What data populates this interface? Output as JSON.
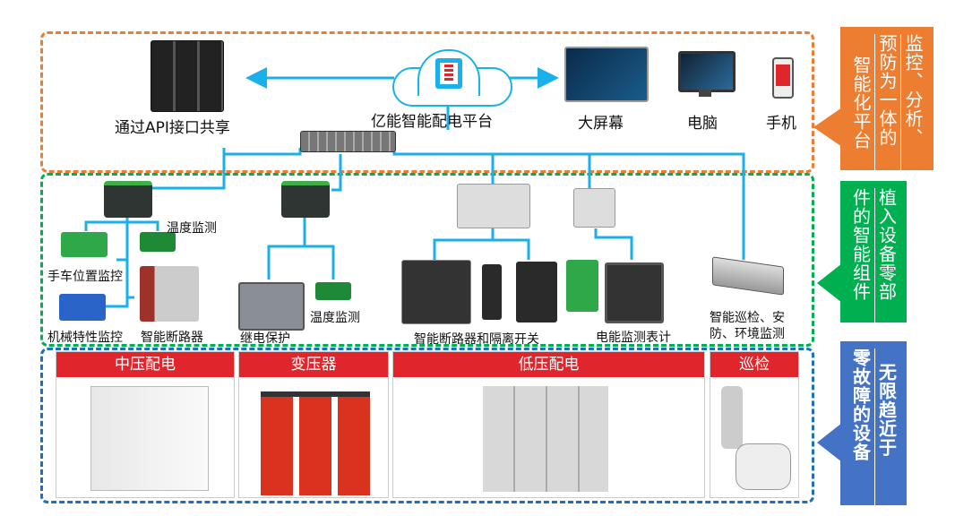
{
  "platform": {
    "api_share_label": "通过API接口共享",
    "cloud_label": "亿能智能配电平台",
    "big_screen_label": "大屏幕",
    "pc_label": "电脑",
    "phone_label": "手机"
  },
  "components": {
    "temp_monitor_1": "温度监测",
    "cart_position": "手车位置监控",
    "mech_monitor": "机械特性监控",
    "smart_breaker_mv": "智能断路器",
    "relay_protection": "继电保护",
    "temp_monitor_2": "温度监测",
    "smart_breaker_lv": "智能断路器和隔离开关",
    "energy_meter": "电能监测表计",
    "patrol_line1": "智能巡检、安",
    "patrol_line2": "防、环境监测"
  },
  "equipment": {
    "panels": [
      "中压配电",
      "变压器",
      "低压配电",
      "巡检"
    ]
  },
  "side_labels": {
    "platform": {
      "col1": "监控、分析、",
      "col2": "预防为一体的",
      "col3": "智能化平台",
      "color": "#ed7d31"
    },
    "components": {
      "col1": "植入设备零部",
      "col2": "件的智能组件",
      "color": "#00b050"
    },
    "equipment": {
      "col1": "无限趋近于",
      "col2": "零故障的设备",
      "color": "#4472c4"
    }
  },
  "colors": {
    "line": "#1ab0ea",
    "orange": "#ed7d31",
    "green": "#00b050",
    "blue": "#1f6fc0",
    "panel_header": "#e0262c"
  }
}
